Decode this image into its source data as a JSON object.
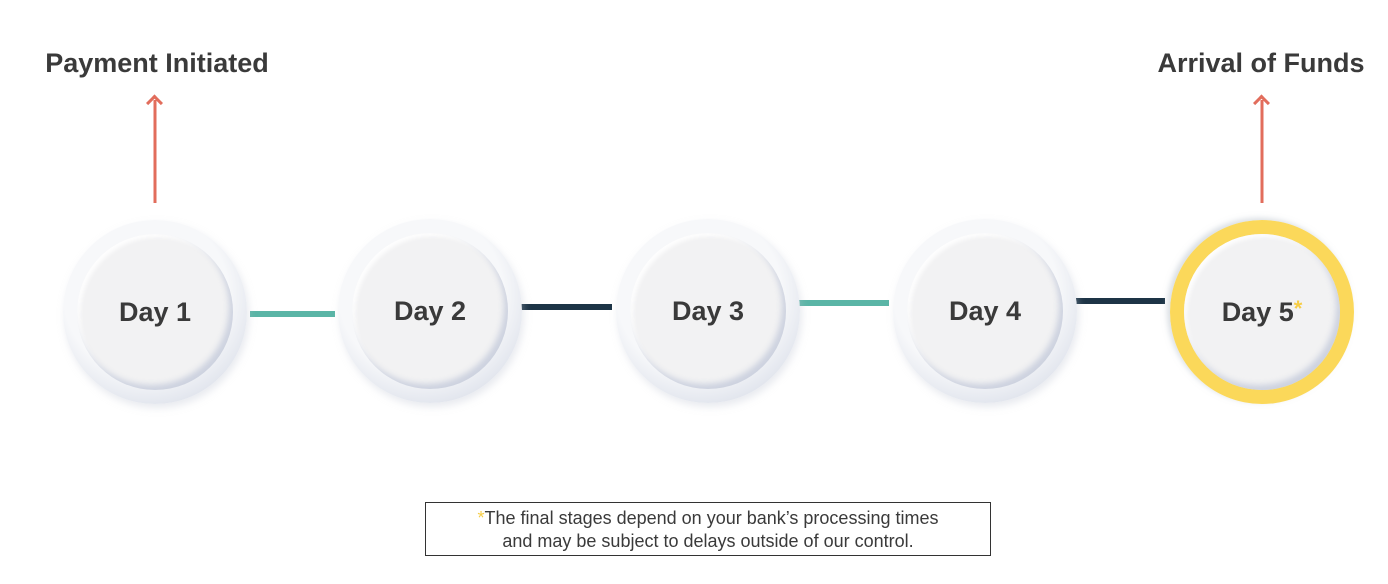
{
  "labels": {
    "start": "Payment Initiated",
    "end": "Arrival of Funds"
  },
  "days": [
    "Day 1",
    "Day 2",
    "Day 3",
    "Day 4",
    "Day 5"
  ],
  "day5_marker": "*",
  "footnote": {
    "marker": "*",
    "line1": "The final stages depend on your bank’s processing times",
    "line2": "and may be subject to delays outside of our control."
  },
  "colors": {
    "arrow": "#e26d5c",
    "teal": "#5ab5a6",
    "dark": "#1d3446",
    "gold": "#fbd85a"
  }
}
